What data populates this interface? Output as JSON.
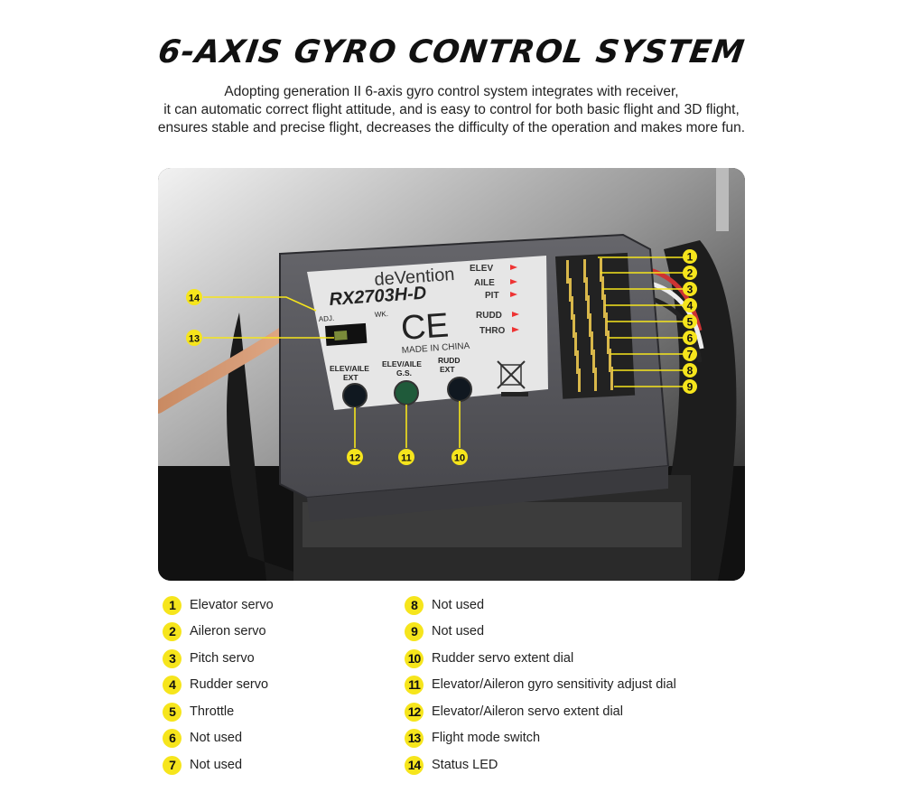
{
  "header": {
    "title": "6-AXIS GYRO CONTROL SYSTEM",
    "description_lines": [
      "Adopting generation II 6-axis gyro control system integrates with receiver,",
      "it can automatic correct flight attitude, and is easy to control for both basic flight and 3D flight,",
      "ensures stable and precise flight, decreases the difficulty of the operation and makes more fun."
    ]
  },
  "photo": {
    "brand": "deVention",
    "model": "RX2703H-D",
    "channels": [
      "ELEV",
      "AILE",
      "PIT",
      "RUDD",
      "THRO"
    ],
    "switch_label": "ADJ.",
    "switch_label_right": "WK.",
    "ce_mark": "CE",
    "made_in": "MADE IN CHINA",
    "dial_labels": [
      {
        "top": "ELEV/AILE",
        "bottom": "EXT"
      },
      {
        "top": "ELEV/AILE",
        "bottom": "G.S."
      },
      {
        "top": "RUDD",
        "bottom": "EXT"
      }
    ],
    "callouts": [
      "1",
      "2",
      "3",
      "4",
      "5",
      "6",
      "7",
      "8",
      "9",
      "10",
      "11",
      "12",
      "13",
      "14"
    ],
    "accent_color": "#f6e51c"
  },
  "legend": {
    "left": [
      {
        "num": "1",
        "label": "Elevator servo"
      },
      {
        "num": "2",
        "label": "Aileron servo"
      },
      {
        "num": "3",
        "label": "Pitch servo"
      },
      {
        "num": "4",
        "label": "Rudder servo"
      },
      {
        "num": "5",
        "label": "Throttle"
      },
      {
        "num": "6",
        "label": "Not used"
      },
      {
        "num": "7",
        "label": "Not used"
      }
    ],
    "right": [
      {
        "num": "8",
        "label": "Not used"
      },
      {
        "num": "9",
        "label": "Not used"
      },
      {
        "num": "10",
        "label": "Rudder servo extent dial"
      },
      {
        "num": "11",
        "label": "Elevator/Aileron gyro sensitivity adjust dial"
      },
      {
        "num": "12",
        "label": "Elevator/Aileron servo extent dial"
      },
      {
        "num": "13",
        "label": "Flight mode switch"
      },
      {
        "num": "14",
        "label": "Status LED"
      }
    ]
  }
}
